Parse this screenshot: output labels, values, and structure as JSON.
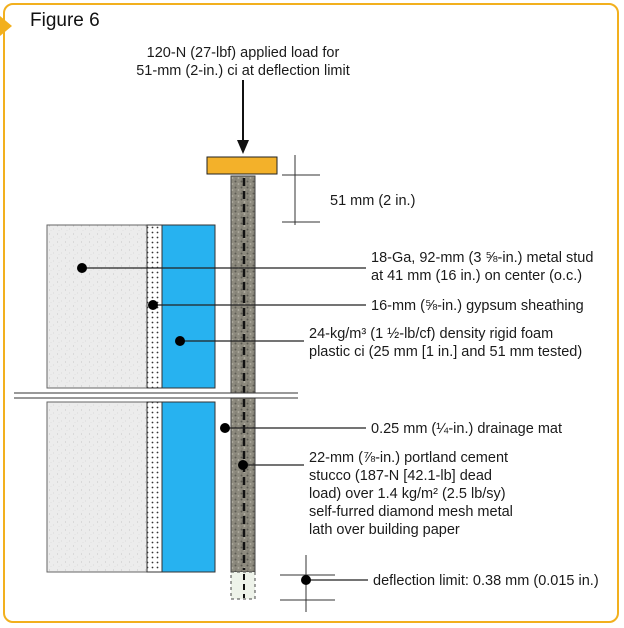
{
  "figure": {
    "title": "Figure 6"
  },
  "load_label": [
    "120-N (27-lbf) applied load for",
    "51-mm (2-in.) ci at deflection limit"
  ],
  "dimension_label": "51 mm (2 in.)",
  "callouts": {
    "metal_stud": [
      "18-Ga, 92-mm (3 ⅝-in.) metal stud",
      "at 41 mm (16 in.) on center (o.c.)"
    ],
    "gypsum": [
      "16-mm (⅝-in.) gypsum sheathing"
    ],
    "foam": [
      "24-kg/m³ (1 ½-lb/cf) density rigid foam",
      "plastic ci (25 mm [1 in.] and 51 mm tested)"
    ],
    "drainage_mat": [
      "0.25 mm (¼-in.) drainage mat"
    ],
    "stucco": [
      "22-mm (⅞-in.) portland cement",
      "stucco (187-N [42.1-lb] dead",
      "load) over 1.4 kg/m² (2.5 lb/sy)",
      "self-furred diamond mesh metal",
      "lath over building paper"
    ],
    "deflection": [
      "deflection limit: 0.38 mm (0.015 in.)"
    ]
  },
  "colors": {
    "accent": "#f2b01e",
    "foam": "#27b2f0",
    "load_plate": "#f3b12a"
  }
}
